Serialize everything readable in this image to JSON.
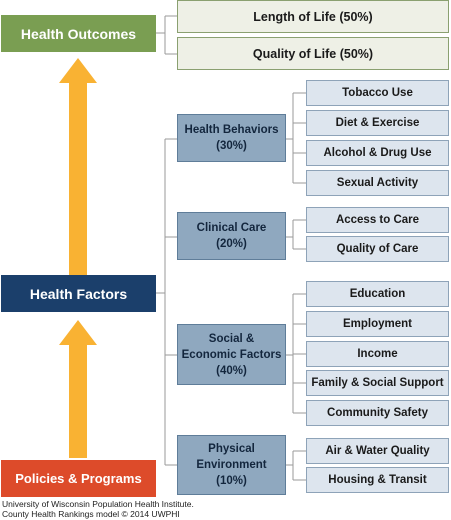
{
  "health_outcomes": {
    "label": "Health Outcomes",
    "items": [
      "Length of Life (50%)",
      "Quality of Life (50%)"
    ]
  },
  "health_factors": {
    "label": "Health Factors"
  },
  "policies_programs": {
    "label": "Policies & Programs"
  },
  "categories": [
    {
      "name": "Health Behaviors",
      "weight": "(30%)",
      "items": [
        "Tobacco Use",
        "Diet & Exercise",
        "Alcohol & Drug Use",
        "Sexual Activity"
      ]
    },
    {
      "name": "Clinical Care",
      "weight": "(20%)",
      "items": [
        "Access to Care",
        "Quality of Care"
      ]
    },
    {
      "name_lines": [
        "Social &",
        "Economic Factors"
      ],
      "weight": "(40%)",
      "items": [
        "Education",
        "Employment",
        "Income",
        "Family & Social Support",
        "Community Safety"
      ]
    },
    {
      "name_lines": [
        "Physical",
        "Environment"
      ],
      "weight": "(10%)",
      "items": [
        "Air & Water Quality",
        "Housing & Transit"
      ]
    }
  ],
  "footer": {
    "line1": "University of Wisconsin Population Health Institute.",
    "line2": "County Health Rankings model © 2014 UWPHI"
  },
  "colors": {
    "outcomes": "#7a9e52",
    "factors": "#1b3f6b",
    "policies": "#dd4b2a",
    "category": "#8fa8bf",
    "item": "#dde5ee",
    "arrow": "#f9b233",
    "connector": "#9a9a9a"
  }
}
